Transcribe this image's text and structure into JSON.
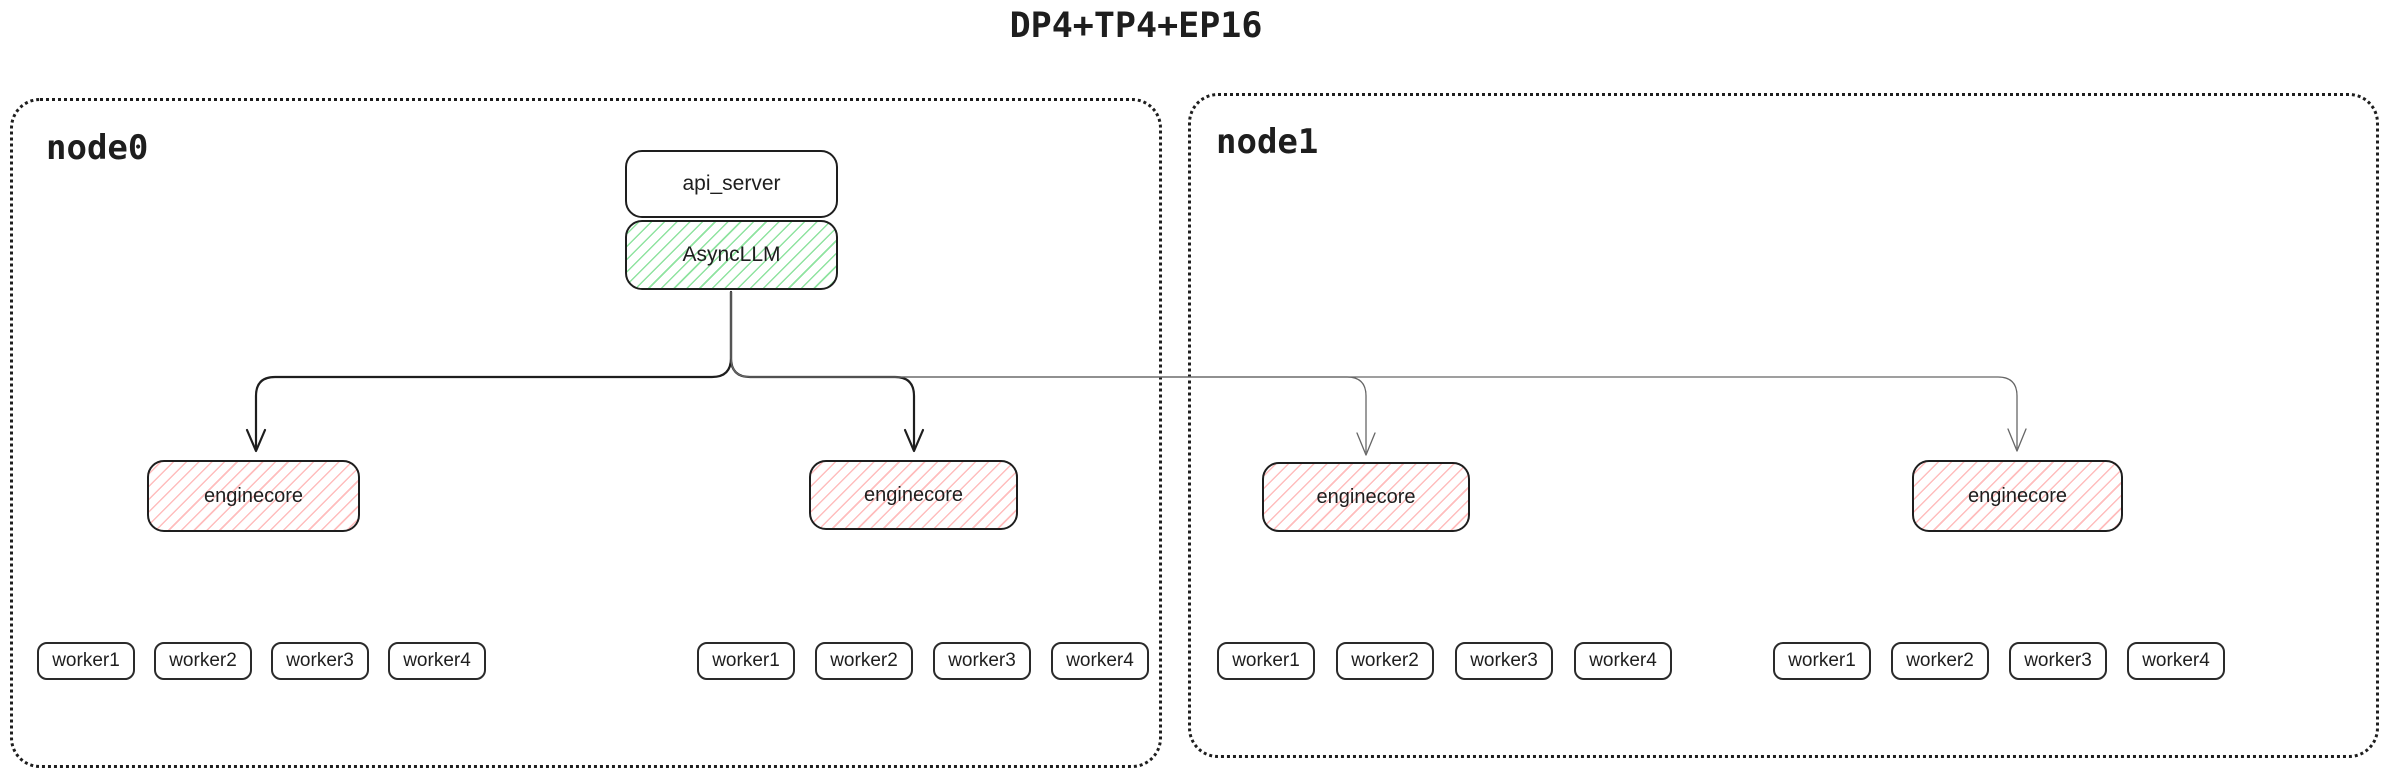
{
  "title": "DP4+TP4+EP16",
  "colors": {
    "ink": "#1e1e1e",
    "green_hatch": "#8fe3a0",
    "red_hatch": "#ffbdbd",
    "light_line": "#666666",
    "background": "#ffffff"
  },
  "node0": {
    "label": "node0",
    "api_server_label": "api_server",
    "asyncllm_label": "AsyncLLM",
    "enginecores": [
      {
        "label": "enginecore",
        "workers": [
          "worker1",
          "worker2",
          "worker3",
          "worker4"
        ]
      },
      {
        "label": "enginecore",
        "workers": [
          "worker1",
          "worker2",
          "worker3",
          "worker4"
        ]
      }
    ]
  },
  "node1": {
    "label": "node1",
    "enginecores": [
      {
        "label": "enginecore",
        "workers": [
          "worker1",
          "worker2",
          "worker3",
          "worker4"
        ]
      },
      {
        "label": "enginecore",
        "workers": [
          "worker1",
          "worker2",
          "worker3",
          "worker4"
        ]
      }
    ]
  }
}
